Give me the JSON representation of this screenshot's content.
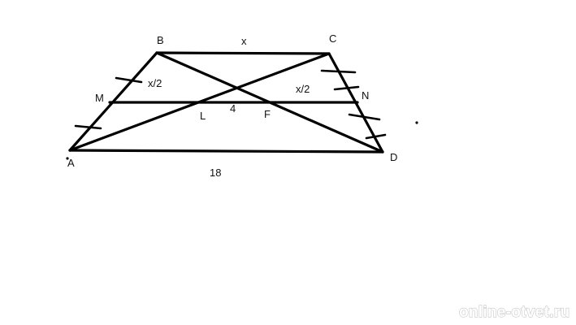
{
  "labels": {
    "A": "A",
    "B": "B",
    "C": "C",
    "D": "D",
    "M": "M",
    "N": "N",
    "L": "L",
    "F": "F"
  },
  "measures": {
    "top_base": "x",
    "bottom_base": "18",
    "ml_segment": "x/2",
    "fn_segment": "x/2",
    "lf_segment": "4"
  },
  "watermark": "online-otvet.ru"
}
